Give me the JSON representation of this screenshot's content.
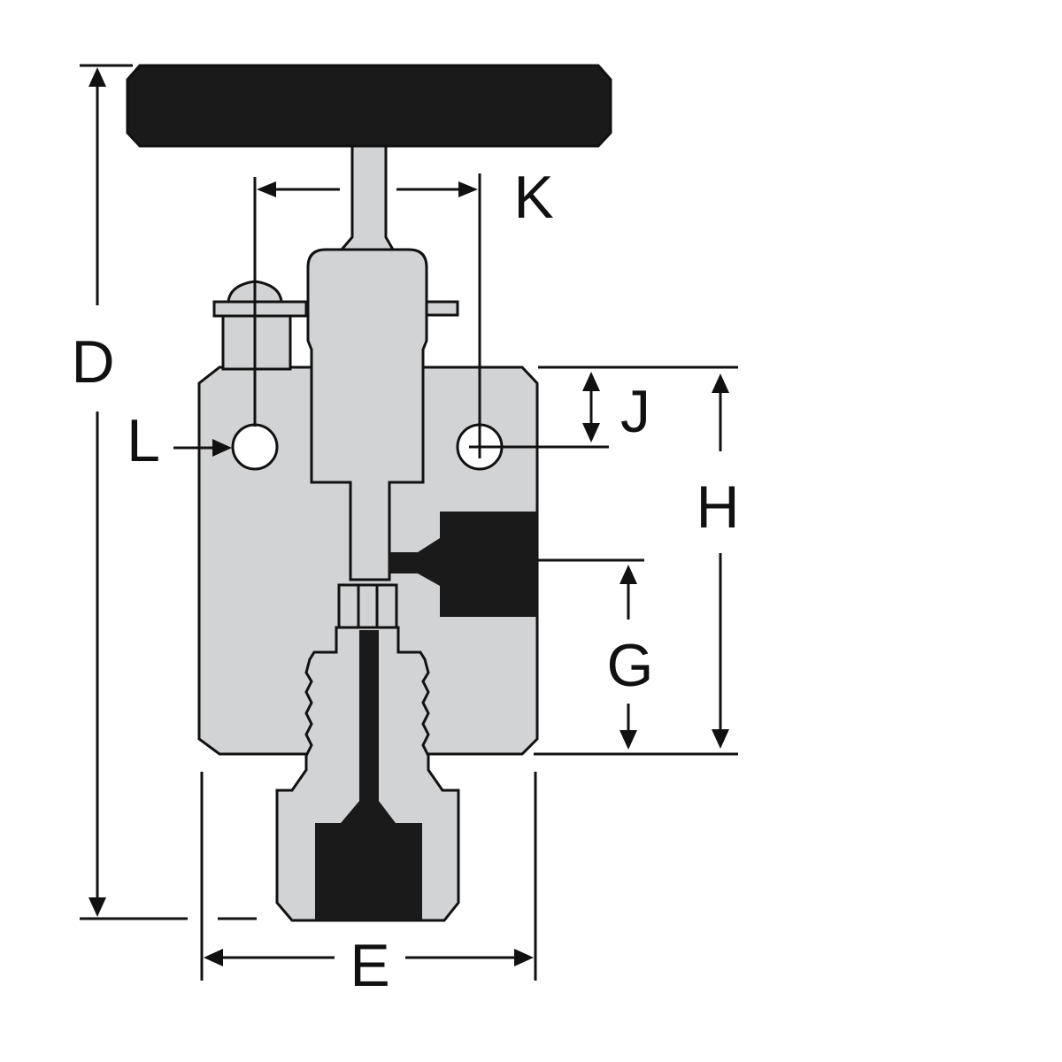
{
  "colors": {
    "body_fill": "#d2d3d5",
    "solid_fill": "#1a1a1a",
    "line": "#111111",
    "background": "#ffffff"
  },
  "labels": {
    "D": "D",
    "K": "K",
    "J": "J",
    "L": "L",
    "H": "H",
    "G": "G",
    "E": "E"
  }
}
